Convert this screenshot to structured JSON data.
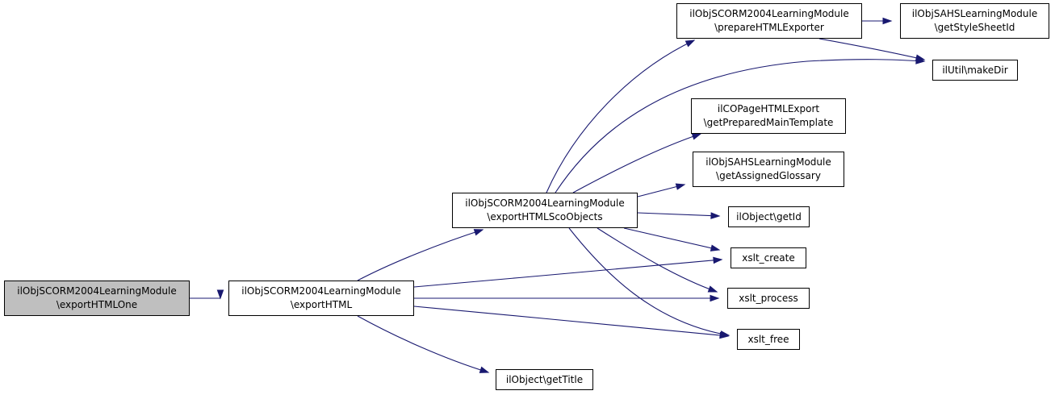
{
  "graph": {
    "colors": {
      "edge": "#191970",
      "root_fill": "#bfbfbf",
      "node_fill": "#ffffff"
    },
    "nodes": {
      "exportHTMLOne": [
        "ilObjSCORM2004LearningModule",
        "\\exportHTMLOne"
      ],
      "exportHTML": [
        "ilObjSCORM2004LearningModule",
        "\\exportHTML"
      ],
      "exportHTMLScoObjects": [
        "ilObjSCORM2004LearningModule",
        "\\exportHTMLScoObjects"
      ],
      "prepareHTMLExporter": [
        "ilObjSCORM2004LearningModule",
        "\\prepareHTMLExporter"
      ],
      "getStyleSheetId": [
        "ilObjSAHSLearningModule",
        "\\getStyleSheetId"
      ],
      "makeDir": [
        "ilUtil\\makeDir"
      ],
      "getPreparedMainTemplate": [
        "ilCOPageHTMLExport",
        "\\getPreparedMainTemplate"
      ],
      "getAssignedGlossary": [
        "ilObjSAHSLearningModule",
        "\\getAssignedGlossary"
      ],
      "getId": [
        "ilObject\\getId"
      ],
      "xslt_create": [
        "xslt_create"
      ],
      "xslt_process": [
        "xslt_process"
      ],
      "xslt_free": [
        "xslt_free"
      ],
      "getTitle": [
        "ilObject\\getTitle"
      ]
    }
  }
}
